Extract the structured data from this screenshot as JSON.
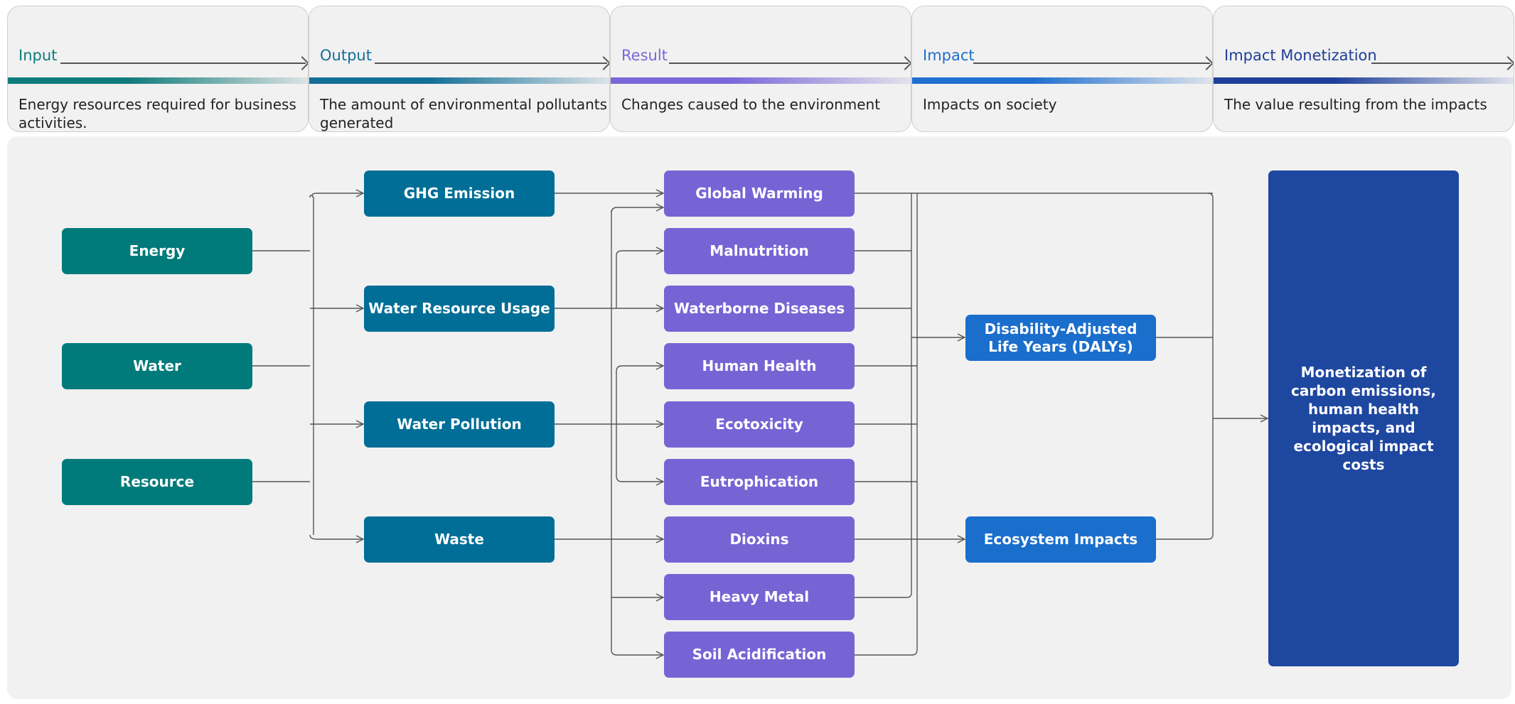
{
  "stages": [
    {
      "title": "Input",
      "description": "Energy resources required for business activities.",
      "color": "#0f7b7b"
    },
    {
      "title": "Output",
      "description": "The amount of environmental pollutants generated",
      "color": "#136f96"
    },
    {
      "title": "Result",
      "description": "Changes caused to the environment",
      "color": "#7a68d8"
    },
    {
      "title": "Impact",
      "description": "Impacts on society",
      "color": "#1e6fcf"
    },
    {
      "title": "Impact Monetization",
      "description": "The value resulting from the impacts",
      "color": "#1e3f9a"
    }
  ],
  "inputs": [
    "Energy",
    "Water",
    "Resource"
  ],
  "outputs": [
    "GHG Emission",
    "Water Resource Usage",
    "Water Pollution",
    "Waste"
  ],
  "results": [
    "Global Warming",
    "Malnutrition",
    "Waterborne Diseases",
    "Human Health",
    "Ecotoxicity",
    "Eutrophication",
    "Dioxins",
    "Heavy Metal",
    "Soil Acidification"
  ],
  "impacts": [
    "Disability-Adjusted Life Years (DALYs)",
    "Ecosystem Impacts"
  ],
  "monetization": "Monetization of carbon emissions, human health impacts, and ecological impact costs",
  "colors": {
    "input": "#007a7a",
    "output": "#006e96",
    "result": "#7664d4",
    "impact": "#1a6ecc",
    "monetization": "#1e47a0",
    "line": "#555555"
  }
}
